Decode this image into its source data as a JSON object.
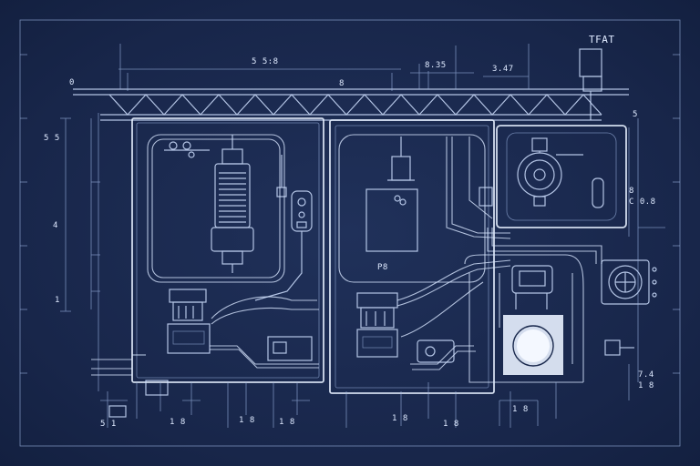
{
  "labels": {
    "top_left_zero": "0",
    "top_dim_1": "5 5:8",
    "top_dim_2": "8.35",
    "top_dim_3": "3.47",
    "top_right_title": "TFAT",
    "top_mid_8": "8",
    "left_dim_1": "5 5",
    "left_dim_2": "4",
    "left_dim_3": "1",
    "right_dim_1": "5",
    "right_dim_2": "8",
    "right_dim_3": "C 0.8",
    "right_dim_4": "7.4",
    "mid_label_p": "P8",
    "bottom_1": "5 1",
    "bottom_2": "1 8",
    "bottom_3": "1 8",
    "bottom_4": "1 8",
    "bottom_5": "1 8",
    "bottom_6": "1 8",
    "bottom_7": "1 8",
    "bottom_8": "1 8"
  },
  "colors": {
    "background": "#1b2a4e",
    "line": "#cfe0ff"
  }
}
